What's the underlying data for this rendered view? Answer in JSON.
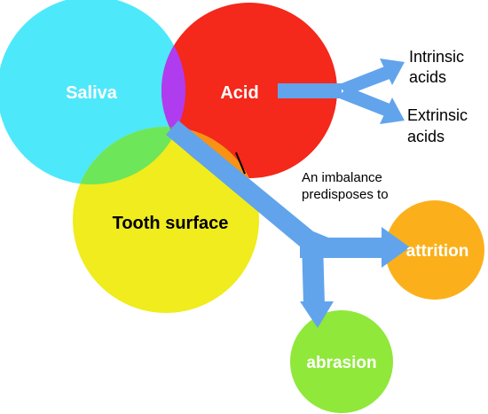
{
  "diagram": {
    "circles": {
      "saliva": {
        "label": "Saliva",
        "color": "#4ee8fb"
      },
      "acid": {
        "label": "Acid",
        "color": "#f4281b"
      },
      "tooth_surface": {
        "label": "Tooth surface",
        "color": "#f0ec1d"
      },
      "attrition": {
        "label": "attrition",
        "color": "#fbb01b"
      },
      "abrasion": {
        "label": "abrasion",
        "color": "#8fe83a"
      }
    },
    "overlap_colors": {
      "saliva_acid": "#b03cf0",
      "saliva_tooth": "#6ee659",
      "acid_tooth": "#f89214",
      "center": "#7b7b86"
    },
    "arrow_color": "#61a4ec",
    "acid_branches": {
      "intrinsic": "Intrinsic acids",
      "extrinsic": "Extrinsic acids"
    },
    "imbalance_note": "An imbalance predisposes to"
  }
}
